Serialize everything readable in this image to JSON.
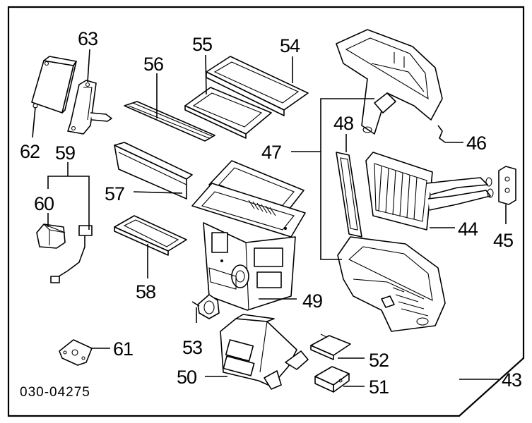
{
  "document_code": "030-04275",
  "callouts": {
    "c43": "43",
    "c44": "44",
    "c45": "45",
    "c46": "46",
    "c47": "47",
    "c48": "48",
    "c49": "49",
    "c50": "50",
    "c51": "51",
    "c52": "52",
    "c53": "53",
    "c54": "54",
    "c55": "55",
    "c56": "56",
    "c57": "57",
    "c58": "58",
    "c59": "59",
    "c60": "60",
    "c61": "61",
    "c62": "62",
    "c63": "63"
  }
}
